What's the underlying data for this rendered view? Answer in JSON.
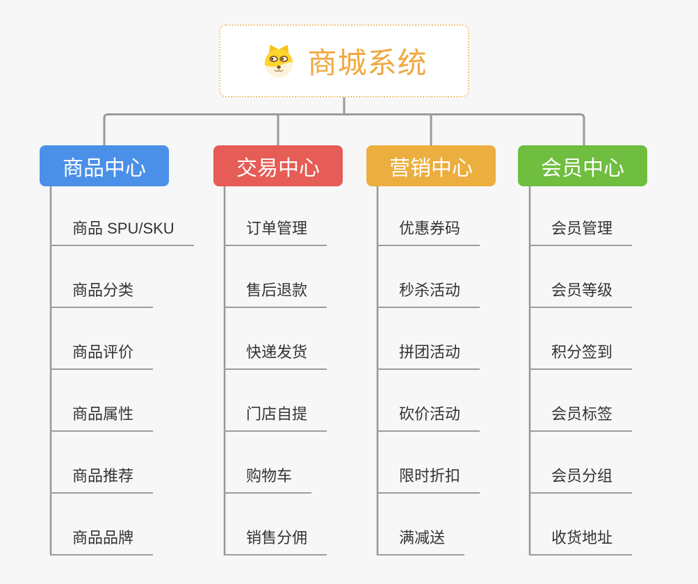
{
  "root": {
    "title": "商城系统",
    "icon": "doge-icon"
  },
  "branches": [
    {
      "label": "商品中心",
      "color": "#4a90e8",
      "children": [
        "商品 SPU/SKU",
        "商品分类",
        "商品评价",
        "商品属性",
        "商品推荐",
        "商品品牌"
      ]
    },
    {
      "label": "交易中心",
      "color": "#e65c56",
      "children": [
        "订单管理",
        "售后退款",
        "快递发货",
        "门店自提",
        "购物车",
        "销售分佣"
      ]
    },
    {
      "label": "营销中心",
      "color": "#ecae3e",
      "children": [
        "优惠券码",
        "秒杀活动",
        "拼团活动",
        "砍价活动",
        "限时折扣",
        "满减送"
      ]
    },
    {
      "label": "会员中心",
      "color": "#6fbe3f",
      "children": [
        "会员管理",
        "会员等级",
        "积分签到",
        "会员标签",
        "会员分组",
        "收货地址"
      ]
    }
  ],
  "colors": {
    "background": "#f7f7f7",
    "connector": "#9a9a9a",
    "leaf_line": "#9c9c9c",
    "leaf_text": "#333333",
    "root_text": "#f0a840",
    "root_border": "#f2c77d"
  }
}
